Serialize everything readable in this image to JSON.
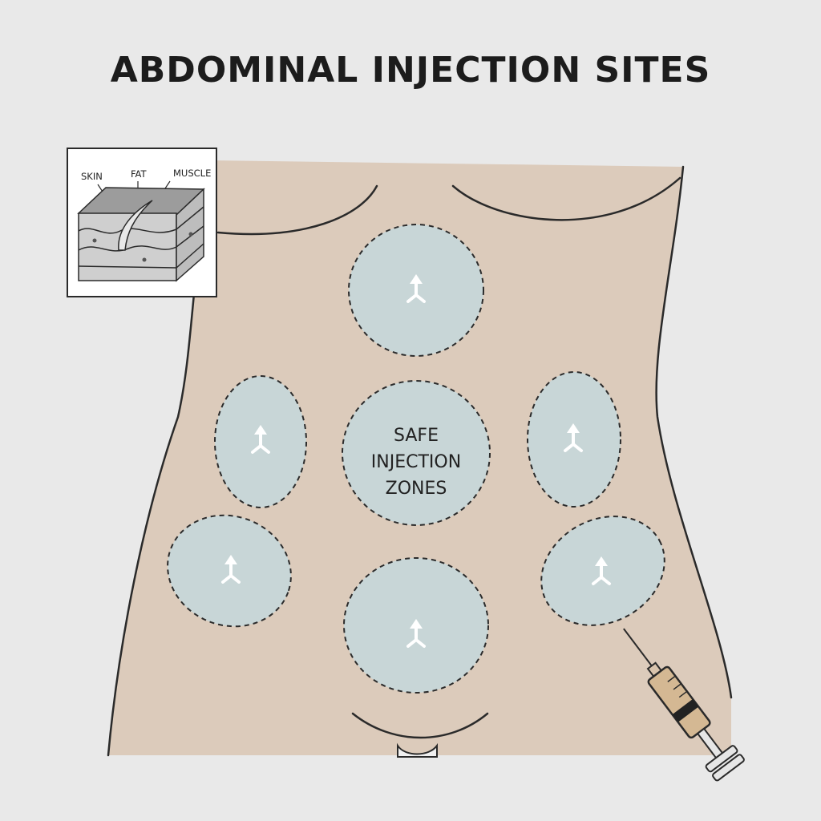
{
  "title": "ABDOMINAL INJECTION SITES",
  "center_label": [
    "SAFE",
    "INJECTION",
    "ZONES"
  ],
  "inset": {
    "labels": [
      "SKIN",
      "FAT",
      "MUSCLE"
    ]
  },
  "icons": {
    "zone_marker": "up-arrow-fork-icon",
    "tool": "syringe-icon",
    "inset": "skin-layers-cross-section-icon"
  },
  "colors": {
    "background": "#e9e9e9",
    "skin": "#dccbbb",
    "zone_fill": "#c8d6d7",
    "outline": "#2a2a2a"
  }
}
